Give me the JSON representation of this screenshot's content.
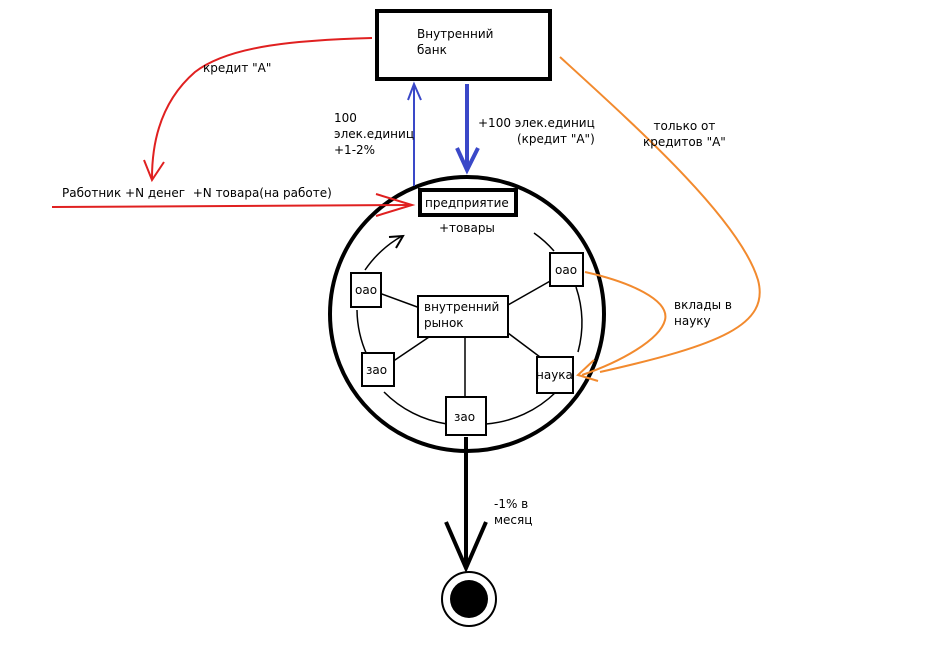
{
  "nodes": {
    "bank": "Внутренний\nбанк",
    "enterprise": "предприятие",
    "market": "внутренний\nрынок",
    "oao_left": "оао",
    "oao_right": "оао",
    "zao_left": "зао",
    "zao_bottom": "зао",
    "science": "наука"
  },
  "labels": {
    "credit_a": "кредит \"А\"",
    "worker": "Работник +N денег  +N товара(на работе)",
    "return_100": "100\nэлек.единиц\n+1-2%",
    "loan_100": "+100 элек.единиц\n(кредит \"А\")",
    "only_credit_a": "только от\nкредитов \"А\"",
    "goods": "+товары",
    "science_deposit": "вклады в\nнауку",
    "monthly_decay": "-1% в\nмесяц"
  },
  "colors": {
    "red": "#e02020",
    "blue": "#3a48c8",
    "orange": "#f28a2e",
    "black": "#000000"
  }
}
